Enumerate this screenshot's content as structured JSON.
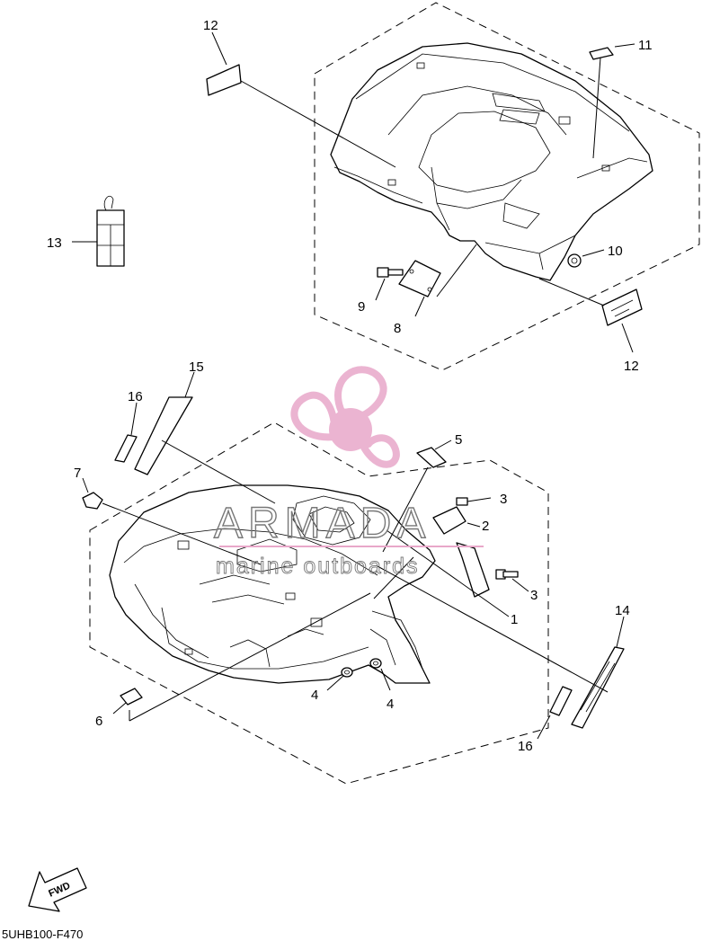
{
  "diagram_code": "5UHB100-F470",
  "direction_label": "FWD",
  "watermark": {
    "title": "ARMADA",
    "subtitle": "marine outboards",
    "logo_color": "#e8a7c9"
  },
  "callouts": {
    "c1": "1",
    "c2": "2",
    "c3a": "3",
    "c3b": "3",
    "c4a": "4",
    "c4b": "4",
    "c5": "5",
    "c6": "6",
    "c7": "7",
    "c8": "8",
    "c9": "9",
    "c10": "10",
    "c11": "11",
    "c12a": "12",
    "c12b": "12",
    "c13": "13",
    "c14": "14",
    "c15": "15",
    "c16a": "16",
    "c16b": "16"
  }
}
